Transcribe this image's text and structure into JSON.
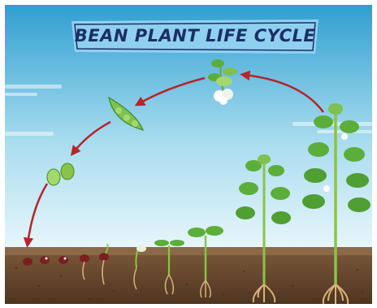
{
  "title": "BEAN PLANT LIFE CYCLE",
  "colors": {
    "sky_top": "#2f9fd0",
    "sky_bottom": "#e8f6fb",
    "soil": "#6b4c30",
    "soil_dark": "#4a3320",
    "topsoil": "#8a6a46",
    "leaf": "#5cae3a",
    "leaf_dark": "#3f8a27",
    "stem": "#8bc34a",
    "root": "#d8b37a",
    "seed": "#7a1f1f",
    "arrow": "#b3262c",
    "banner": "#8fd0f0",
    "banner_dark": "#1c2f66"
  },
  "stages": [
    "seeds",
    "germination",
    "sprout",
    "seedling",
    "young-plant",
    "adult-plant",
    "flowering-plant",
    "flower",
    "bean-pod",
    "beans"
  ]
}
